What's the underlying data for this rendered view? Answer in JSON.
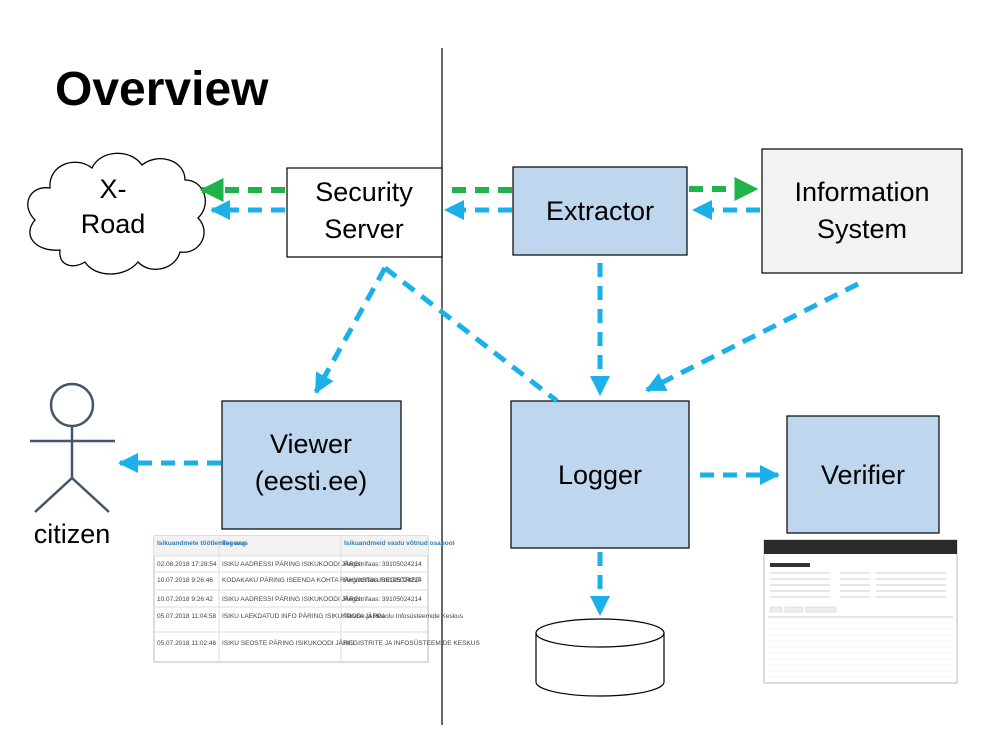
{
  "title": "Overview",
  "nodes": {
    "xroad": {
      "lines": [
        "X-",
        "Road"
      ]
    },
    "security_server": {
      "lines": [
        "Security",
        "Server"
      ]
    },
    "extractor": {
      "lines": [
        "Extractor"
      ]
    },
    "information_system": {
      "lines": [
        "Information",
        "System"
      ]
    },
    "viewer": {
      "lines": [
        "Viewer",
        "(eesti.ee)"
      ]
    },
    "logger": {
      "lines": [
        "Logger"
      ]
    },
    "verifier": {
      "lines": [
        "Verifier"
      ]
    },
    "citizen": {
      "label": "citizen"
    }
  },
  "viewer_table": {
    "headers": [
      "Isikuandmete töötlemise aeg",
      "Tegevus",
      "Isikuandmeid vastu võtnud osapool"
    ],
    "rows": [
      [
        "02.08.2018 17:28:54",
        "ISIKU AADRESSI PÄRING ISIKUKOODI JÄRGI",
        "Registrifaas: 39105024214"
      ],
      [
        "10.07.2018 9:26:46",
        "KODAKAKU PÄRING ISEENDA KOHTA RAHVASTIKUREGISTRIST",
        "Registrifaas: 39105024214"
      ],
      [
        "10.07.2018 9:26:42",
        "ISIKU AADRESSI PÄRING ISIKUKOODI JÄRGI",
        "Registrifaas: 39105024214"
      ],
      [
        "05.07.2018 11:04:58",
        "ISIKU LAEKDATUD INFO PÄRING ISIKUKOODI JÄRGI",
        "Tervise ja Heaolu Infosüsteemide Keskus"
      ],
      [
        "05.07.2018 11:02:46",
        "ISIKU SEOSTE PÄRING ISIKUKOODI JÄRGI",
        "REGISTRITE JA INFOSÜSTEEMIDE KESKUS"
      ]
    ]
  },
  "colors": {
    "blue_box": "#bed6ee",
    "gray_box": "#f2f2f2",
    "arrow_blue": "#1ab0ea",
    "arrow_green": "#22b24c",
    "stroke": "#000000",
    "stick_figure": "#44546a"
  },
  "icons": [
    "cloud-icon",
    "database-icon",
    "stick-figure-icon"
  ]
}
